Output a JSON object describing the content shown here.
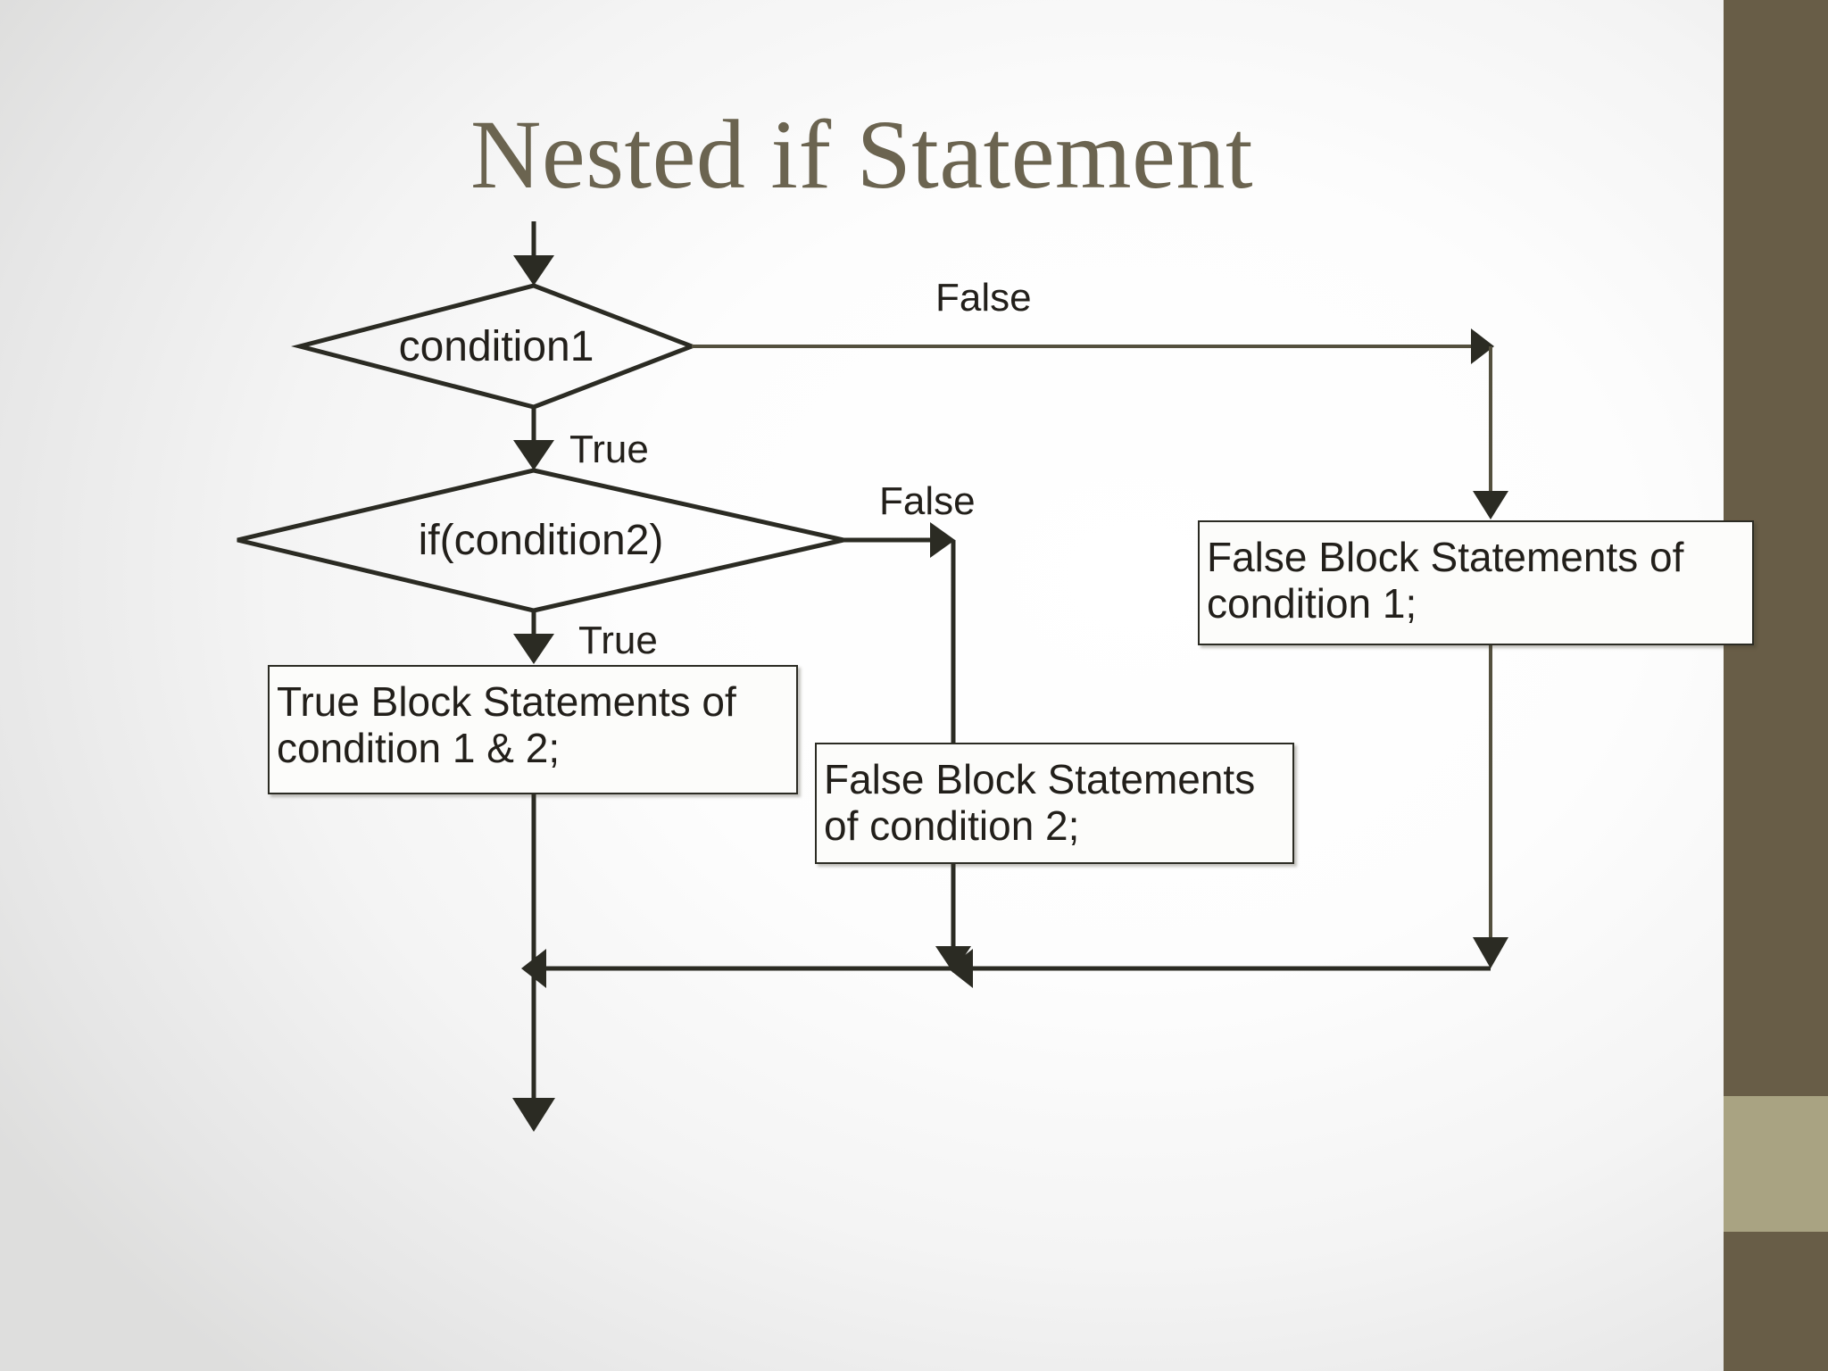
{
  "slide": {
    "title": "Nested if Statement",
    "title_color": "#6b6450",
    "background_color": "#ffffff",
    "sidebar_color": "#685d47",
    "sidebar_accent_color": "#a9a382",
    "line_color": "#2b2b23"
  },
  "flowchart": {
    "type": "flowchart",
    "decisions": [
      {
        "id": "condition1",
        "label": "condition1"
      },
      {
        "id": "condition2",
        "label": "if(condition2)"
      }
    ],
    "processes": [
      {
        "id": "true-block-1-2",
        "label": "True Block Statements of condition 1 & 2;"
      },
      {
        "id": "false-block-2",
        "label": "False Block Statements of condition 2;"
      },
      {
        "id": "false-block-1",
        "label": "False Block Statements of condition 1;"
      }
    ],
    "edge_labels": [
      {
        "id": "c1-false",
        "label": "False"
      },
      {
        "id": "c1-true",
        "label": "True"
      },
      {
        "id": "c2-false",
        "label": "False"
      },
      {
        "id": "c2-true",
        "label": "True"
      }
    ]
  }
}
